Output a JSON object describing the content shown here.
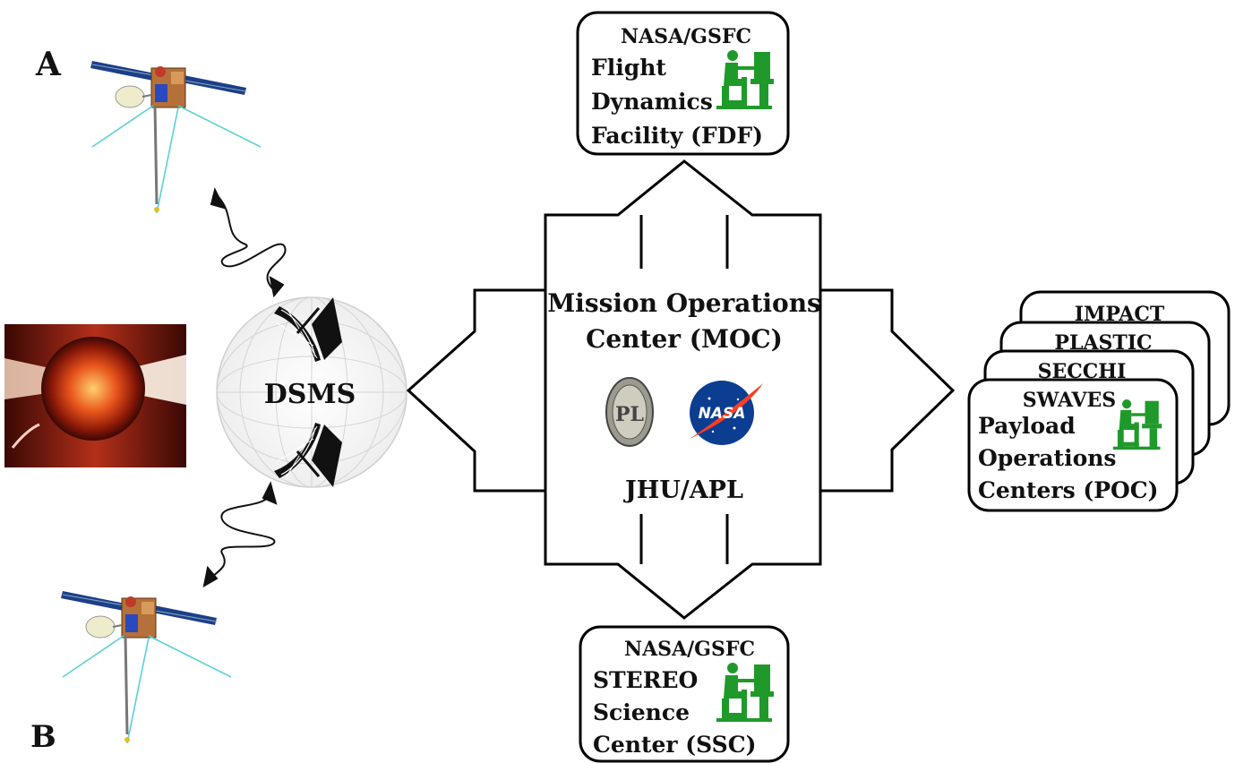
{
  "spacecraft": {
    "a_label": "A",
    "b_label": "B",
    "a_color": "#ff4a3a",
    "b_color": "#3a4cc8"
  },
  "dsms": {
    "label": "DSMS"
  },
  "fdf": {
    "org": "NASA/GSFC",
    "lines": [
      "Flight",
      "Dynamics",
      "Facility (FDF)"
    ]
  },
  "moc": {
    "title_line1": "Mission Operations",
    "title_line2": "Center (MOC)",
    "org": "JHU/APL"
  },
  "ssc": {
    "org": "NASA/GSFC",
    "lines": [
      "STEREO",
      "Science",
      "Center (SSC)"
    ]
  },
  "poc": {
    "instruments": [
      "IMPACT",
      "PLASTIC",
      "SECCHI",
      "SWAVES"
    ],
    "lines": [
      "Payload",
      "Operations",
      "Centers (POC)"
    ]
  },
  "colors": {
    "operator_icon": "#1f9a2a",
    "wave_arrow": "#111111",
    "cable": "#5ad0d8",
    "solar_panel": "#1c3f8a",
    "sun_core": "#e8541c",
    "nasa_blue": "#0b3d91"
  },
  "icons": [
    "operator-icon",
    "satellite-dish-icon",
    "apl-seal-icon",
    "nasa-logo-icon",
    "sun-image",
    "spacecraft-image"
  ]
}
